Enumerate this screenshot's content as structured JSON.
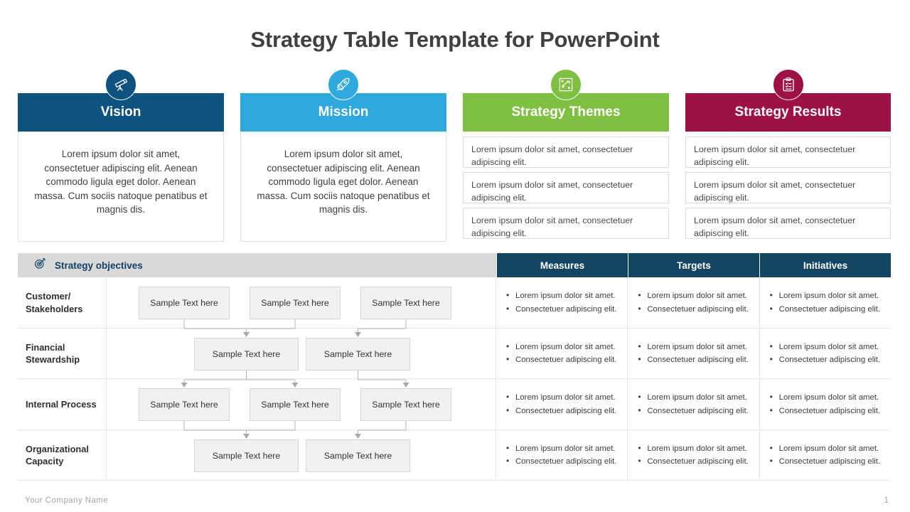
{
  "title": "Strategy Table Template for PowerPoint",
  "colors": {
    "vision": "#0E5280",
    "mission": "#2FA8DE",
    "themes": "#7FBF42",
    "results": "#9E1146",
    "table_header_dark": "#134563",
    "table_header_light": "#d9d9d9",
    "box_fill": "#f1f1f1"
  },
  "panels": [
    {
      "key": "vision",
      "label": "Vision",
      "icon": "telescope-icon",
      "color": "#0E5280",
      "type": "paragraph",
      "body": "Lorem ipsum dolor sit amet, consectetuer adipiscing elit. Aenean commodo  ligula eget dolor.  Aenean massa. Cum sociis natoque penatibus et magnis dis."
    },
    {
      "key": "mission",
      "label": "Mission",
      "icon": "rocket-icon",
      "color": "#2FA8DE",
      "type": "paragraph",
      "body": "Lorem ipsum dolor sit amet, consectetuer adipiscing elit. Aenean commodo  ligula eget dolor.  Aenean massa. Cum sociis natoque penatibus et magnis dis."
    },
    {
      "key": "themes",
      "label": "Strategy Themes",
      "icon": "strategy-playbook-icon",
      "color": "#7FBF42",
      "type": "boxes",
      "boxes": [
        "Lorem ipsum dolor sit amet, consectetuer adipiscing elit.",
        "Lorem ipsum dolor sit amet, consectetuer adipiscing elit.",
        "Lorem ipsum dolor sit amet, consectetuer adipiscing elit."
      ]
    },
    {
      "key": "results",
      "label": "Strategy Results",
      "icon": "clipboard-icon",
      "color": "#9E1146",
      "type": "boxes",
      "boxes": [
        "Lorem ipsum dolor sit amet, consectetuer adipiscing elit.",
        "Lorem ipsum dolor sit amet, consectetuer adipiscing elit.",
        "Lorem ipsum dolor sit amet, consectetuer adipiscing elit."
      ]
    }
  ],
  "table": {
    "objectives_header": {
      "label": "Strategy objectives",
      "icon": "target-icon"
    },
    "columns": [
      "Measures",
      "Targets",
      "Initiatives"
    ],
    "rows": [
      {
        "label": "Customer/ Stakeholders",
        "boxes": [
          "Sample Text here",
          "Sample Text here",
          "Sample Text here"
        ],
        "measures": [
          "Lorem  ipsum dolor sit amet.",
          "Consectetuer  adipiscing elit."
        ],
        "targets": [
          "Lorem  ipsum dolor sit amet.",
          "Consectetuer  adipiscing elit."
        ],
        "initiatives": [
          "Lorem  ipsum dolor sit amet.",
          "Consectetuer  adipiscing elit."
        ]
      },
      {
        "label": "Financial Stewardship",
        "boxes": [
          "Sample Text here",
          "Sample Text here"
        ],
        "measures": [
          "Lorem  ipsum dolor sit amet.",
          "Consectetuer  adipiscing elit."
        ],
        "targets": [
          "Lorem  ipsum dolor sit amet.",
          "Consectetuer  adipiscing elit."
        ],
        "initiatives": [
          "Lorem  ipsum dolor sit amet.",
          "Consectetuer  adipiscing elit."
        ]
      },
      {
        "label": "Internal Process",
        "boxes": [
          "Sample Text here",
          "Sample Text here",
          "Sample Text here"
        ],
        "measures": [
          "Lorem  ipsum dolor sit amet.",
          "Consectetuer  adipiscing elit."
        ],
        "targets": [
          "Lorem  ipsum dolor sit amet.",
          "Consectetuer  adipiscing elit."
        ],
        "initiatives": [
          "Lorem  ipsum dolor sit amet.",
          "Consectetuer  adipiscing elit."
        ]
      },
      {
        "label": "Organizational Capacity",
        "boxes": [
          "Sample Text here",
          "Sample Text here"
        ],
        "measures": [
          "Lorem  ipsum dolor sit amet.",
          "Consectetuer  adipiscing elit."
        ],
        "targets": [
          "Lorem  ipsum dolor sit amet.",
          "Consectetuer  adipiscing elit."
        ],
        "initiatives": [
          "Lorem  ipsum dolor sit amet.",
          "Consectetuer  adipiscing elit."
        ]
      }
    ]
  },
  "footer": {
    "company": "Your Company Name",
    "page": "1"
  }
}
